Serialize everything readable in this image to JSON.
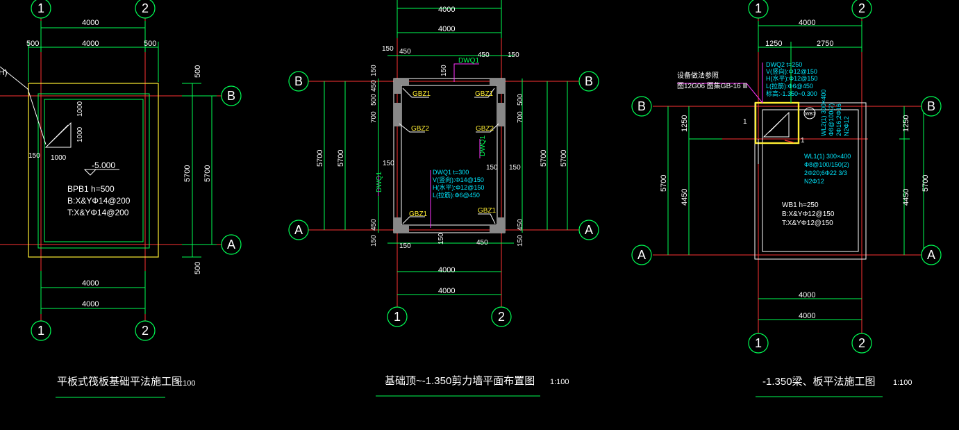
{
  "colors": {
    "background": "#000000",
    "dimension": "#00ff55",
    "grid_axis": "#ff3333",
    "slab_outline": "#ffee33",
    "text": "#ffffff",
    "annotation": "#00e8ff",
    "leader": "#ff33ff"
  },
  "drawing1": {
    "title": "平板式筏板基础平法施工图",
    "scale": "1:100",
    "axes_x": [
      "1",
      "2"
    ],
    "axes_y": [
      "B",
      "A"
    ],
    "dim_top_total": "4000",
    "dim_top_parts": [
      "500",
      "4000",
      "500"
    ],
    "dim_bottom_1": "4000",
    "dim_bottom_2": "4000",
    "dim_right_parts": [
      "500",
      "5700",
      "500"
    ],
    "dim_right_total": "5700",
    "sump_dims": [
      "1000",
      "1000",
      "150",
      "1000"
    ],
    "level": "-5.000",
    "slab_name": "BPB1  h=500",
    "slab_bottom": "B:X&YΦ14@200",
    "slab_top": "T:X&YΦ14@200",
    "leader_label": "H)"
  },
  "drawing2": {
    "title": "基础顶~-1.350剪力墙平面布置图",
    "scale": "1:100",
    "axes_x": [
      "1",
      "2"
    ],
    "axes_y": [
      "B",
      "A"
    ],
    "dim_top_1": "4000",
    "dim_top_2": "4000",
    "dim_bottom_1": "4000",
    "dim_bottom_2": "4000",
    "dim_left_1": "5700",
    "dim_left_2": "5700",
    "dim_right_1": "5700",
    "dim_right_2": "5700",
    "wall_dims": [
      "150",
      "450",
      "450",
      "150",
      "150",
      "150",
      "450",
      "500",
      "700",
      "500",
      "700",
      "150",
      "450",
      "150",
      "450",
      "150",
      "150",
      "450",
      "150",
      "150",
      "150"
    ],
    "wall_label_1": "DWQ1",
    "wall_label_2": "DWQ1",
    "wall_label_3": "DWQ1",
    "column_labels": [
      "GBZ1",
      "GBZ1",
      "GBZ2",
      "GBZ2",
      "GBZ1",
      "GBZ1"
    ],
    "wall_table": [
      "DWQ1 t=300",
      "V(竖向):Φ14@150",
      "H(水平):Φ12@150",
      "L(拉筋):Φ6@450"
    ]
  },
  "drawing3": {
    "title": "-1.350梁、板平法施工图",
    "scale": "1:100",
    "axes_x": [
      "1",
      "2"
    ],
    "axes_y": [
      "B",
      "A"
    ],
    "dim_top_total": "4000",
    "dim_top_parts": [
      "1250",
      "2750"
    ],
    "dim_bottom_1": "4000",
    "dim_bottom_2": "4000",
    "dim_left_parts": [
      "1250",
      "4450"
    ],
    "dim_left_total": "5700",
    "dim_right_parts": [
      "1250",
      "4450"
    ],
    "dim_right_total": "5700",
    "note_1": "设备做法参照",
    "note_2": "图12G06 图集GB-16 Ⅲ",
    "wall_table": [
      "DWQ2 t=250",
      "V(竖向):Φ12@150",
      "H(水平):Φ12@150",
      "L(拉筋):Φ6@450",
      "标高:-1.350~0.300"
    ],
    "slab_tag": "WB1",
    "beam_vertical": [
      "WL2(1) 300×400",
      "Φ8@100(2)",
      "2Φ16;2Φ16",
      "N2Φ12"
    ],
    "beam_table": [
      "WL1(1) 300×400",
      "Φ8@100/150(2)",
      "2Φ20;6Φ22 3/3",
      "N2Φ12"
    ],
    "slab_name": "WB1 h=250",
    "slab_bottom": "B:X&YΦ12@150",
    "slab_top": "T:X&YΦ12@150",
    "section_mark": "1"
  }
}
